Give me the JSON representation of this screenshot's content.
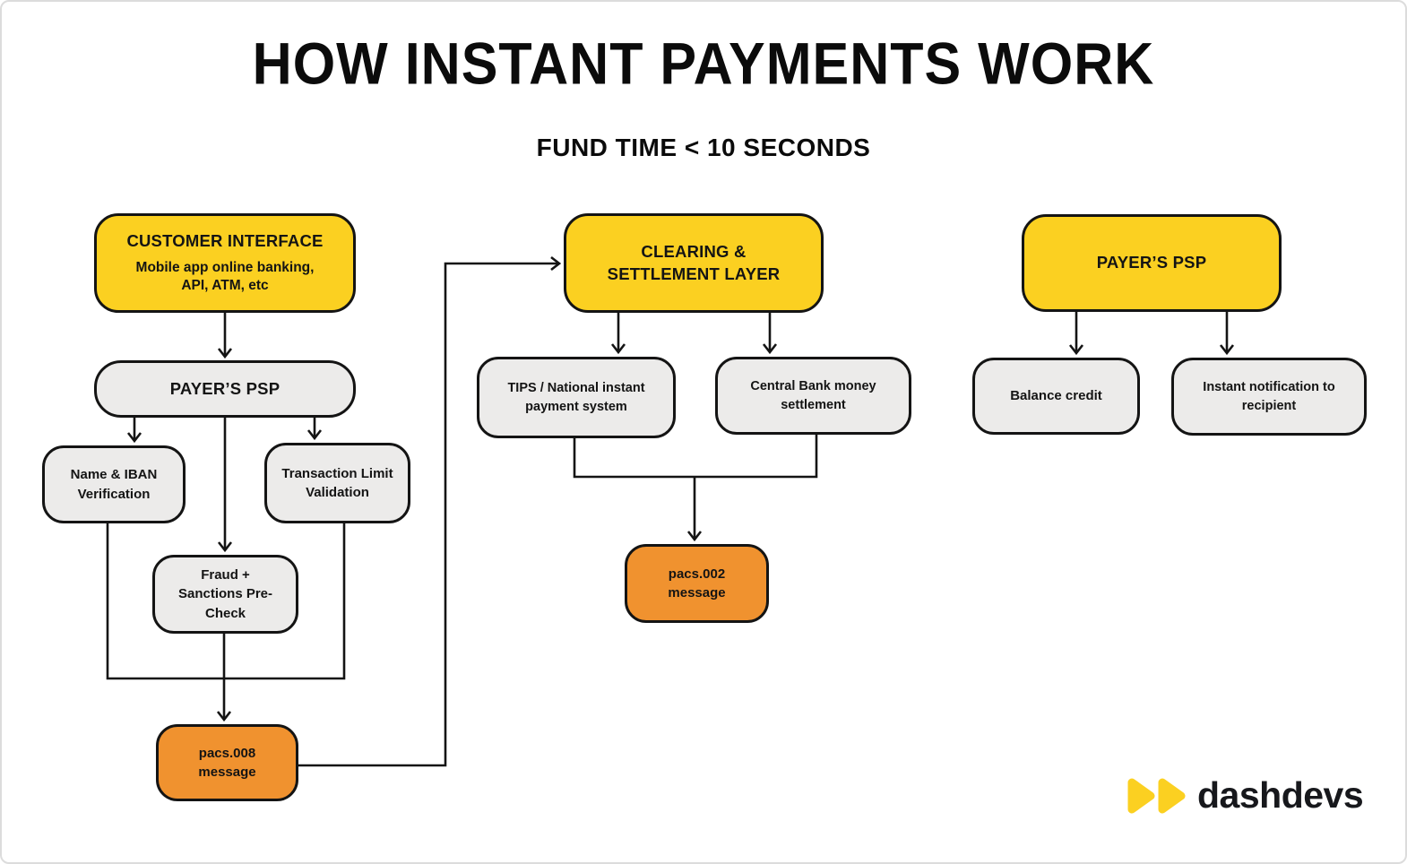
{
  "title": "HOW INSTANT PAYMENTS WORK",
  "subtitle": "FUND TIME < 10 SECONDS",
  "colors": {
    "yellow": "#FBD021",
    "orange": "#F0922F",
    "gray": "#ECEBEA",
    "ink": "#141414"
  },
  "nodes": {
    "customer_interface": {
      "title": "CUSTOMER INTERFACE",
      "subtitle": "Mobile app online banking,\nAPI, ATM, etc"
    },
    "payer_psp_left": {
      "label": "PAYER’S PSP"
    },
    "name_iban": {
      "label": "Name & IBAN\nVerification"
    },
    "transaction_limit": {
      "label": "Transaction Limit\nValidation"
    },
    "fraud_check": {
      "label": "Fraud +\nSanctions Pre-\nCheck"
    },
    "pacs008": {
      "label": "pacs.008\nmessage"
    },
    "clearing": {
      "label": "CLEARING &\nSETTLEMENT LAYER"
    },
    "tips": {
      "label": "TIPS / National instant\npayment system"
    },
    "central_bank": {
      "label": "Central Bank money\nsettlement"
    },
    "pacs002": {
      "label": "pacs.002\nmessage"
    },
    "payer_psp_right": {
      "label": "PAYER’S PSP"
    },
    "balance_credit": {
      "label": "Balance credit"
    },
    "instant_notification": {
      "label": "Instant notification to\nrecipient"
    }
  },
  "logo": {
    "text": "dashdevs"
  }
}
